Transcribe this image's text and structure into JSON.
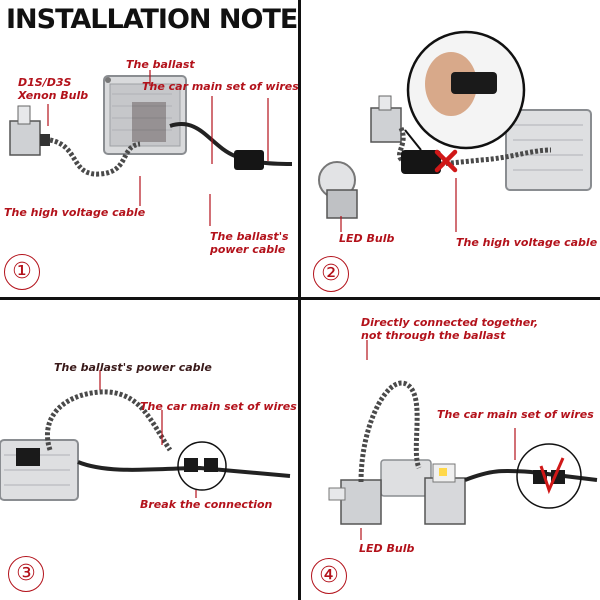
{
  "header": {
    "title": "INSTALLATION NOTES:"
  },
  "colors": {
    "label": "#b3121b",
    "line": "#b3121b",
    "divider": "#111111"
  },
  "panels": [
    {
      "number": "①",
      "labels": {
        "ballast": "The ballast",
        "xenon_bulb": "D1S/D3S\nXenon Bulb",
        "car_wires": "The car main set of wires",
        "hv_cable": "The high voltage cable",
        "power_cable": "The ballast's\npower cable"
      }
    },
    {
      "number": "②",
      "labels": {
        "led_bulb": "LED Bulb",
        "hv_cable": "The high voltage cable"
      }
    },
    {
      "number": "③",
      "labels": {
        "power_cable": "The ballast's power cable",
        "car_wires": "The car main set of wires",
        "break": "Break the connection"
      }
    },
    {
      "number": "④",
      "labels": {
        "direct": "Directly connected together,\nnot through the ballast",
        "car_wires": "The car main set of wires",
        "led_bulb": "LED Bulb"
      }
    }
  ]
}
